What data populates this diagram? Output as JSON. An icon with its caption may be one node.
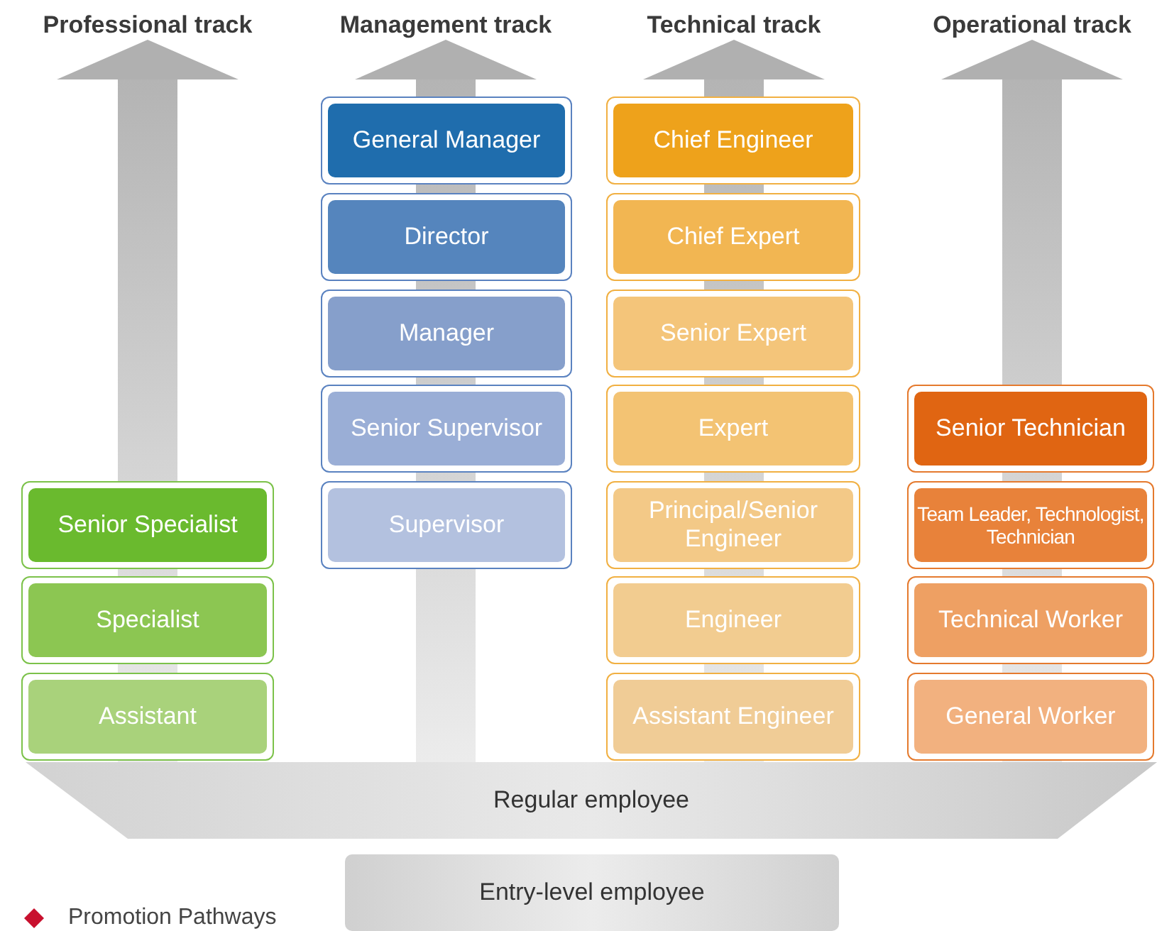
{
  "diagram": {
    "nodes": [
      {
        "text": [
          "General Manager"
        ]
      },
      {
        "text": [
          "Chief Engineer"
        ]
      },
      {
        "text": [
          "Director"
        ]
      },
      {
        "text": [
          "Chief Expert"
        ]
      },
      {
        "text": [
          "Manager"
        ]
      },
      {
        "text": [
          "Senior Expert"
        ]
      },
      {
        "text": [
          "Senior Supervisor"
        ]
      },
      {
        "text": [
          "Expert"
        ]
      },
      {
        "text": [
          "Senior Technician"
        ]
      },
      {
        "text": [
          "Senior Specialist"
        ]
      },
      {
        "text": [
          "Supervisor"
        ]
      },
      {
        "text": [
          "Principal/Senior Engineer"
        ]
      },
      {
        "text": [
          "Team Leader, Technologist, Technician"
        ]
      },
      {
        "text": [
          "Specialist"
        ]
      },
      {
        "text": [
          "Engineer"
        ]
      },
      {
        "text": [
          "Technical Worker"
        ]
      },
      {
        "text": [
          "Assistant"
        ]
      },
      {
        "text": [
          "Assistant Engineer"
        ]
      },
      {
        "text": [
          "General Worker"
        ]
      },
      {
        "text": [
          "Regular employee"
        ]
      },
      {
        "text": [
          "Entry-level employee"
        ]
      }
    ],
    "labels": [
      "Professional track",
      "Management track",
      "Technical track",
      "Operational track"
    ],
    "legend": [
      {
        "text": "Promotion Pathways"
      }
    ]
  }
}
